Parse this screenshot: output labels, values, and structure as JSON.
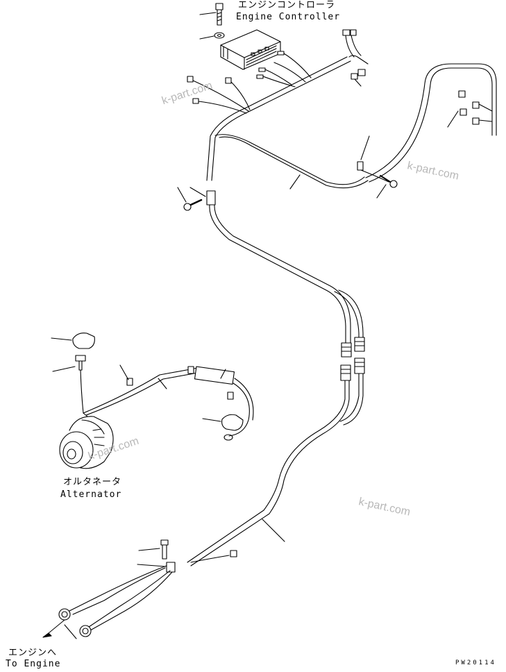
{
  "labels": {
    "engine_controller_jp": "エンジンコントローラ",
    "engine_controller_en": "Engine Controller",
    "alternator_jp": "オルタネータ",
    "alternator_en": "Alternator",
    "to_engine_jp": "エンジンへ",
    "to_engine_en": "To Engine",
    "drawing_code": "PW20114"
  },
  "watermarks": [
    "k-part.com",
    "k-part.com",
    "k-part.com",
    "k-part.com"
  ],
  "colors": {
    "line": "#000000",
    "watermark": "#b8b8b8",
    "background": "#ffffff"
  }
}
